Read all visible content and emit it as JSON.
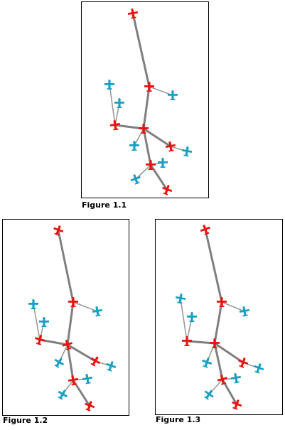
{
  "figures": [
    {
      "caption": "Figure 1.1"
    },
    {
      "caption": "Figure 1.2"
    },
    {
      "caption": "Figure 1.3"
    }
  ],
  "colors": {
    "primary_plane": "#e8120f",
    "secondary_plane": "#1a9fc4",
    "main_link": "#7f7f7f",
    "thin_link": "#9a9a9a",
    "frame_border": "#000000"
  },
  "icons": {
    "primary": "red-airplane-icon",
    "secondary": "blue-airplane-icon"
  }
}
